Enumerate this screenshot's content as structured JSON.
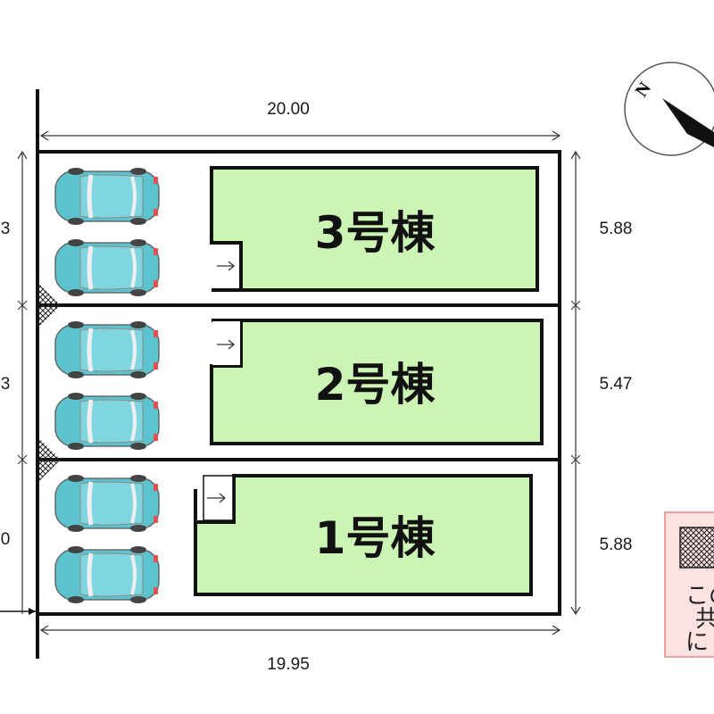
{
  "site": {
    "top_width": "20.00",
    "bottom_width": "19.95",
    "right_depths": [
      "5.88",
      "5.47",
      "5.88"
    ],
    "left_depths_partial": [
      "3",
      "3",
      "0"
    ]
  },
  "buildings": [
    {
      "label": "3号棟"
    },
    {
      "label": "2号棟"
    },
    {
      "label": "1号棟"
    }
  ],
  "compass": {
    "north_label": "N"
  },
  "legend": {
    "lines": [
      "この",
      "共",
      "に"
    ]
  },
  "colors": {
    "building_fill": "#ccf5b5",
    "car_body": "#5cc4cf",
    "legend_bg": "#fde2e2",
    "legend_border": "#e8a0a0"
  }
}
